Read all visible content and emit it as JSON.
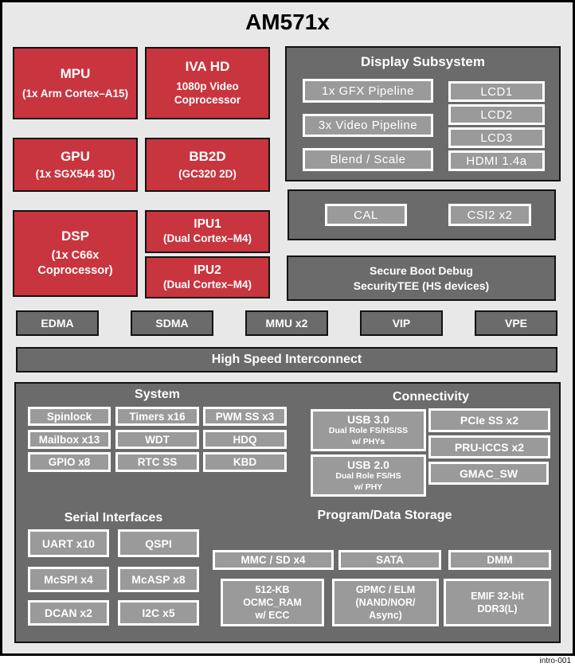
{
  "title": "AM571x",
  "footnote": "intro-001",
  "colors": {
    "red": "#C8353E",
    "panel_gray": "#6B6B6B",
    "chip_gray": "#9A9A9A",
    "background": "#E8E8E8"
  },
  "processors": {
    "mpu": {
      "title": "MPU",
      "subtitle": "(1x Arm Cortex–A15)"
    },
    "iva": {
      "title": "IVA HD",
      "subtitle": "1080p Video Coprocessor"
    },
    "gpu": {
      "title": "GPU",
      "subtitle": "(1x SGX544 3D)"
    },
    "bb2d": {
      "title": "BB2D",
      "subtitle": "(GC320 2D)"
    },
    "dsp": {
      "title": "DSP",
      "subtitle": "(1x C66x Coprocessor)"
    },
    "ipu1": {
      "title": "IPU1",
      "subtitle": "(Dual Cortex–M4)"
    },
    "ipu2": {
      "title": "IPU2",
      "subtitle": "(Dual Cortex–M4)"
    }
  },
  "display_subsystem": {
    "title": "Display Subsystem",
    "pipelines": [
      "1x GFX Pipeline",
      "3x Video Pipeline",
      "Blend / Scale"
    ],
    "outputs": [
      "LCD1",
      "LCD2",
      "LCD3",
      "HDMI 1.4a"
    ]
  },
  "camera": {
    "cal": "CAL",
    "csi2": "CSI2 x2"
  },
  "security": {
    "line1": "Secure Boot Debug",
    "line2": "SecurityTEE (HS devices)"
  },
  "dma_row": [
    "EDMA",
    "SDMA",
    "MMU x2",
    "VIP",
    "VPE"
  ],
  "interconnect": {
    "label": "High Speed Interconnect"
  },
  "system": {
    "title": "System",
    "items": [
      "Spinlock",
      "Timers x16",
      "PWM SS x3",
      "Mailbox x13",
      "WDT",
      "HDQ",
      "GPIO x8",
      "RTC SS",
      "KBD"
    ]
  },
  "connectivity": {
    "title": "Connectivity",
    "usb3": {
      "title": "USB 3.0",
      "line2": "Dual Role FS/HS/SS",
      "line3": "w/ PHYs"
    },
    "usb2": {
      "title": "USB 2.0",
      "line2": "Dual Role FS/HS",
      "line3": "w/ PHY"
    },
    "items": [
      "PCIe SS x2",
      "PRU-ICCS x2",
      "GMAC_SW"
    ]
  },
  "serial": {
    "title": "Serial Interfaces",
    "items": [
      "UART x10",
      "QSPI",
      "McSPI x4",
      "McASP x8",
      "DCAN x2",
      "I2C x5"
    ]
  },
  "storage": {
    "title": "Program/Data Storage",
    "row1": [
      "MMC / SD x4",
      "SATA",
      "DMM"
    ],
    "ocmc": {
      "line1": "512-KB",
      "line2": "OCMC_RAM",
      "line3": "w/ ECC"
    },
    "gpmc": {
      "line1": "GPMC / ELM",
      "line2": "(NAND/NOR/",
      "line3": "Async)"
    },
    "emif": {
      "line1": "EMIF 32-bit",
      "line2": "DDR3(L)"
    }
  }
}
